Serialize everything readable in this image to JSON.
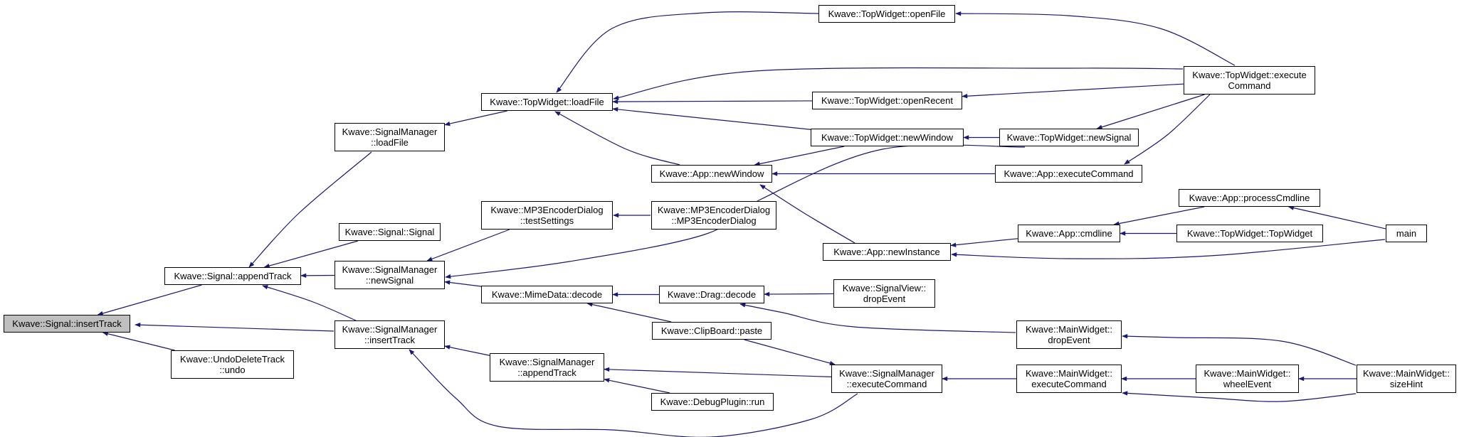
{
  "graph": {
    "edge_color": "#191970",
    "focus_fill": "#bfbfbf",
    "nodes": {
      "insertTrack": [
        "Kwave::Signal::insertTrack"
      ],
      "appendTrack": [
        "Kwave::Signal::appendTrack"
      ],
      "undoDelete": [
        "Kwave::UndoDeleteTrack",
        "::undo"
      ],
      "smLoadFile": [
        "Kwave::SignalManager",
        "::loadFile"
      ],
      "sigSignal": [
        "Kwave::Signal::Signal"
      ],
      "smNewSignal": [
        "Kwave::SignalManager",
        "::newSignal"
      ],
      "smInsertTrack": [
        "Kwave::SignalManager",
        "::insertTrack"
      ],
      "twLoadFile": [
        "Kwave::TopWidget::loadFile"
      ],
      "mp3Test": [
        "Kwave::MP3EncoderDialog",
        "::testSettings"
      ],
      "mimeDecode": [
        "Kwave::MimeData::decode"
      ],
      "smAppendTrack": [
        "Kwave::SignalManager",
        "::appendTrack"
      ],
      "twOpenFile": [
        "Kwave::TopWidget::openFile"
      ],
      "twOpenRecent": [
        "Kwave::TopWidget::openRecent"
      ],
      "twNewWindow": [
        "Kwave::TopWidget::newWindow"
      ],
      "appNewWindow": [
        "Kwave::App::newWindow"
      ],
      "mp3Ctor": [
        "Kwave::MP3EncoderDialog",
        "::MP3EncoderDialog"
      ],
      "appNewInstance": [
        "Kwave::App::newInstance"
      ],
      "dragDecode": [
        "Kwave::Drag::decode"
      ],
      "clipPaste": [
        "Kwave::ClipBoard::paste"
      ],
      "smExecCmd": [
        "Kwave::SignalManager",
        "::executeCommand"
      ],
      "debugRun": [
        "Kwave::DebugPlugin::run"
      ],
      "twNewSignal": [
        "Kwave::TopWidget::newSignal"
      ],
      "appExecCmd": [
        "Kwave::App::executeCommand"
      ],
      "appCmdline": [
        "Kwave::App::cmdline"
      ],
      "svDropEvent": [
        "Kwave::SignalView::",
        "dropEvent"
      ],
      "mwDropEvent": [
        "Kwave::MainWidget::",
        "dropEvent"
      ],
      "mwExecCmd": [
        "Kwave::MainWidget::",
        "executeCommand"
      ],
      "twExecCmd": [
        "Kwave::TopWidget::execute",
        "Command"
      ],
      "appProcCmd": [
        "Kwave::App::processCmdline"
      ],
      "twTopWidget": [
        "Kwave::TopWidget::TopWidget"
      ],
      "mwWheel": [
        "Kwave::MainWidget::",
        "wheelEvent"
      ],
      "main": [
        "main"
      ],
      "mwSizeHint": [
        "Kwave::MainWidget::",
        "sizeHint"
      ]
    },
    "edges": [
      [
        "appendTrack",
        "insertTrack"
      ],
      [
        "undoDelete",
        "insertTrack"
      ],
      [
        "smInsertTrack",
        "insertTrack"
      ],
      [
        "smLoadFile",
        "appendTrack"
      ],
      [
        "sigSignal",
        "appendTrack"
      ],
      [
        "smNewSignal",
        "appendTrack"
      ],
      [
        "smInsertTrack",
        "appendTrack"
      ],
      [
        "twLoadFile",
        "smLoadFile"
      ],
      [
        "mp3Test",
        "smNewSignal"
      ],
      [
        "mimeDecode",
        "smNewSignal"
      ],
      [
        "twNewSignal",
        "smNewSignal"
      ],
      [
        "smAppendTrack",
        "smInsertTrack"
      ],
      [
        "smExecCmd",
        "smInsertTrack"
      ],
      [
        "twOpenFile",
        "twLoadFile"
      ],
      [
        "twOpenRecent",
        "twLoadFile"
      ],
      [
        "twNewWindow",
        "twLoadFile"
      ],
      [
        "appNewWindow",
        "twLoadFile"
      ],
      [
        "twExecCmd",
        "twLoadFile"
      ],
      [
        "mp3Ctor",
        "mp3Test"
      ],
      [
        "dragDecode",
        "mimeDecode"
      ],
      [
        "clipPaste",
        "mimeDecode"
      ],
      [
        "smExecCmd",
        "smAppendTrack"
      ],
      [
        "debugRun",
        "smAppendTrack"
      ],
      [
        "twExecCmd",
        "twOpenFile"
      ],
      [
        "twExecCmd",
        "twOpenRecent"
      ],
      [
        "twNewSignal",
        "twNewWindow"
      ],
      [
        "twNewWindow",
        "appNewWindow"
      ],
      [
        "appExecCmd",
        "appNewWindow"
      ],
      [
        "appNewInstance",
        "appNewWindow"
      ],
      [
        "svDropEvent",
        "dragDecode"
      ],
      [
        "mwDropEvent",
        "dragDecode"
      ],
      [
        "clipPaste",
        "smExecCmd"
      ],
      [
        "mwExecCmd",
        "smExecCmd"
      ],
      [
        "twExecCmd",
        "twNewSignal"
      ],
      [
        "twExecCmd",
        "appExecCmd"
      ],
      [
        "appCmdline",
        "appNewInstance"
      ],
      [
        "main",
        "appNewInstance"
      ],
      [
        "appProcCmd",
        "appCmdline"
      ],
      [
        "twTopWidget",
        "appCmdline"
      ],
      [
        "mwSizeHint",
        "mwDropEvent"
      ],
      [
        "mwWheel",
        "mwExecCmd"
      ],
      [
        "mwSizeHint",
        "mwExecCmd"
      ],
      [
        "main",
        "appProcCmd"
      ],
      [
        "mwSizeHint",
        "mwWheel"
      ]
    ]
  }
}
